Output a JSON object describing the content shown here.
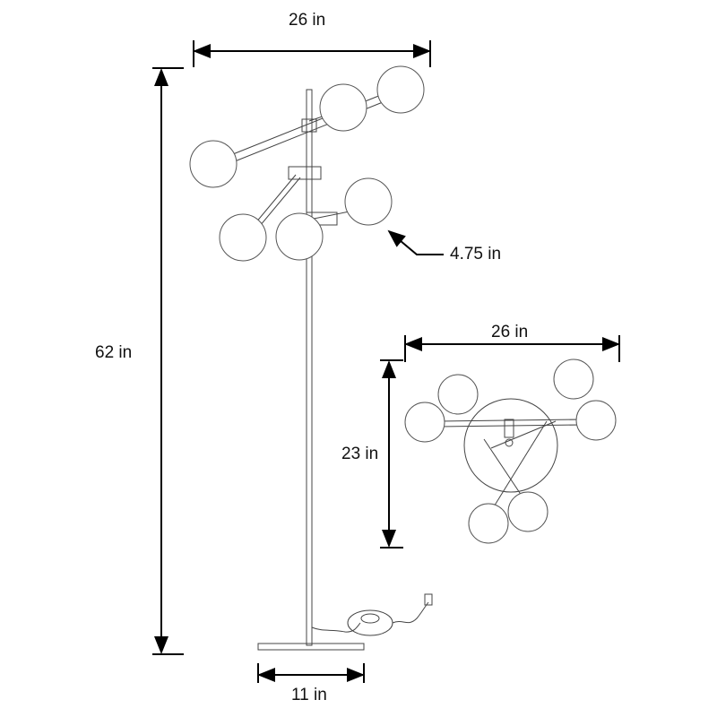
{
  "dimensions": {
    "overall_width": "26 in",
    "overall_height": "62 in",
    "globe_diameter": "4.75 in",
    "top_view_width": "26 in",
    "top_view_depth": "23 in",
    "base_diameter": "11 in"
  },
  "colors": {
    "line": "#444444",
    "dimension": "#000000"
  }
}
